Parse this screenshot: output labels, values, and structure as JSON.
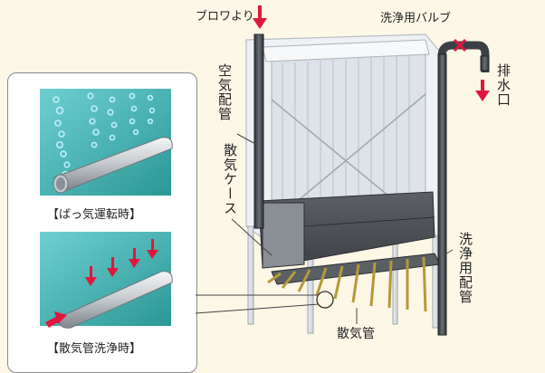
{
  "labels": {
    "blower_in": "ブロワより",
    "wash_valve": "洗浄用バルブ",
    "drain_outlet": "排水口",
    "air_pipe": "空気配管",
    "diffuser_case": "散気ケース",
    "wash_pipe": "洗浄用配管",
    "diffuser_pipe": "散気管"
  },
  "insets": {
    "top_caption": "【ばっ気運転時】",
    "bottom_caption": "【散気管洗浄時】"
  },
  "colors": {
    "background": "#fdf7e6",
    "arrow_red": "#e0163c",
    "pipe_dark": "#4a4f55",
    "inset_water": "#4fb7b6",
    "bubble": "#7fd8ec"
  }
}
